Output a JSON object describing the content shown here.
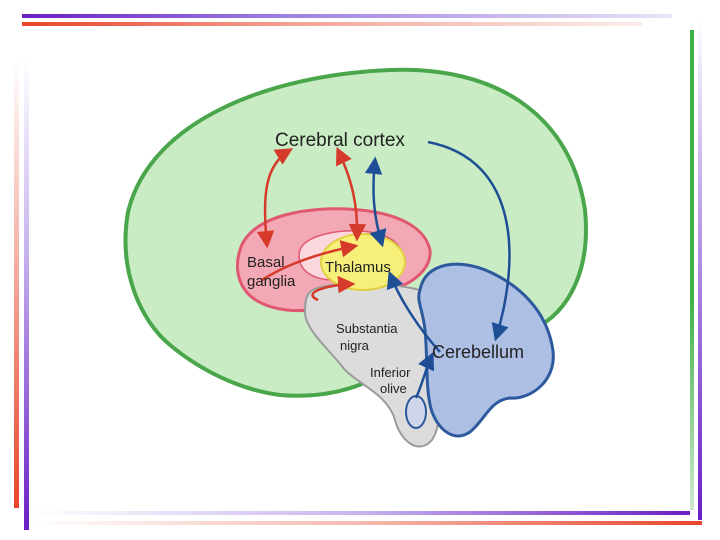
{
  "slide": {
    "frame_colors": {
      "purple": "#6a1fc4",
      "red": "#e8452a",
      "green": "#3cb043"
    }
  },
  "diagram": {
    "labels": {
      "cerebral_cortex": "Cerebral cortex",
      "basal_line1": "Basal",
      "basal_line2": "ganglia",
      "thalamus": "Thalamus",
      "substantia_line1": "Substantia",
      "substantia_line2": "nigra",
      "inferior_line1": "Inferior",
      "inferior_line2": "olive",
      "cerebellum": "Cerebellum"
    },
    "colors": {
      "cortex_fill": "#c9ecc4",
      "cortex_stroke": "#4aa64a",
      "basal_fill": "#f3a9b5",
      "basal_stroke": "#e05870",
      "thalamus_fill": "#f6f07a",
      "brainstem_fill": "#dcdcdc",
      "cerebellum_fill": "#aebfe4",
      "cerebellum_stroke": "#2d5a9e",
      "red_arrow": "#d63a2a",
      "blue_arrow": "#1e4f96"
    }
  }
}
